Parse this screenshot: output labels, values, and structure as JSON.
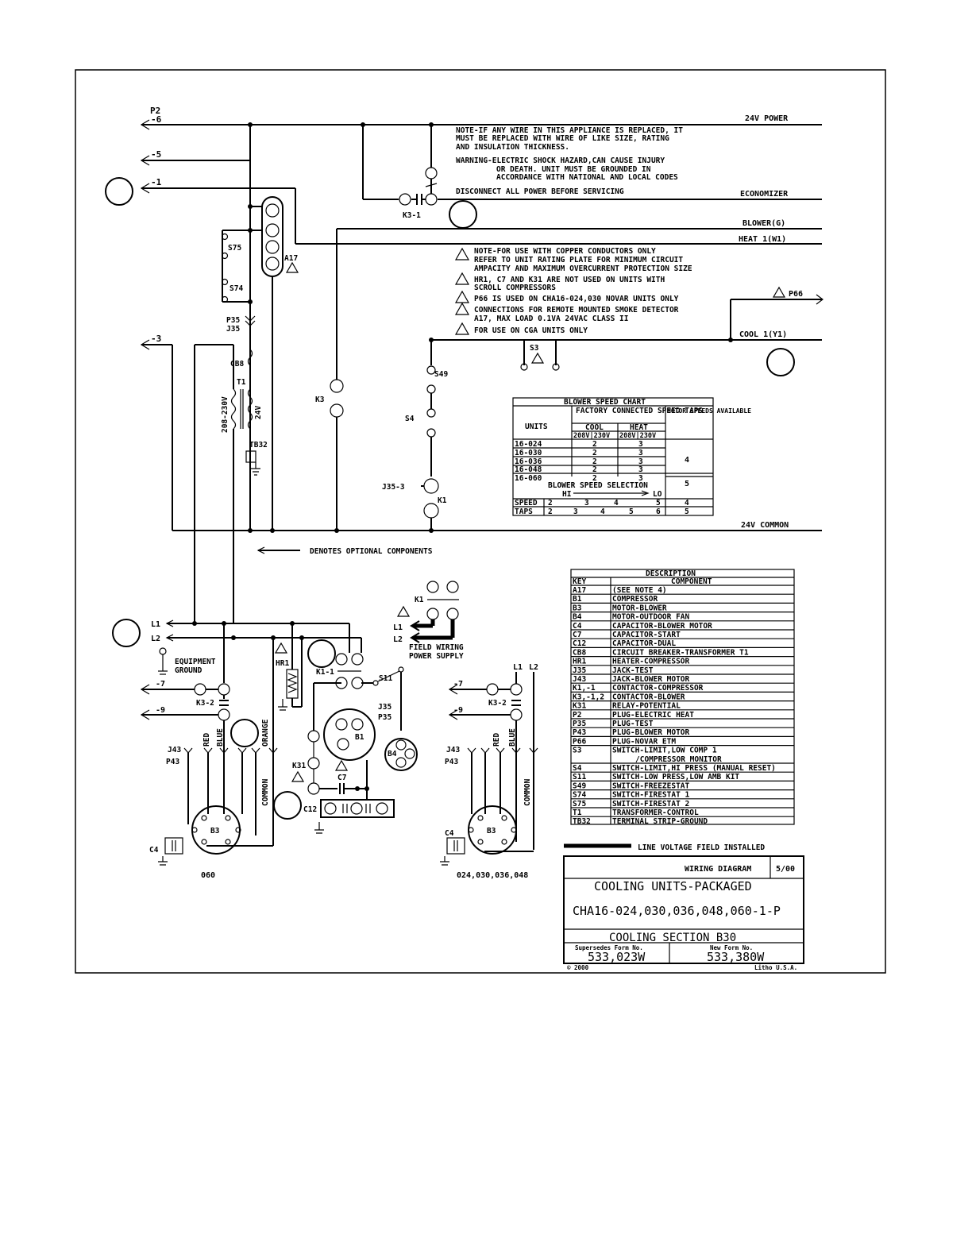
{
  "wires": {
    "p2_label": "P2",
    "w6": "-6",
    "w5": "-5",
    "w1": "-1",
    "w3": "-3",
    "power24": "24V POWER",
    "economizer": "ECONOMIZER",
    "blower": "BLOWER(G)",
    "heat": "HEAT 1(W1)",
    "cool": "COOL 1(Y1)",
    "common24": "24V COMMON",
    "p66": "P66"
  },
  "notes": {
    "replace": [
      "NOTE-IF ANY WIRE IN THIS APPLIANCE IS REPLACED, IT",
      "MUST BE REPLACED WITH WIRE OF LIKE SIZE, RATING",
      "AND INSULATION THICKNESS."
    ],
    "warning": [
      "WARNING-ELECTRIC SHOCK HAZARD,CAN CAUSE INJURY",
      "OR DEATH. UNIT MUST BE GROUNDED IN",
      "ACCORDANCE WITH NATIONAL AND LOCAL CODES"
    ],
    "disconnect": "DISCONNECT ALL POWER BEFORE SERVICING",
    "n1": [
      "NOTE-FOR USE WITH COPPER CONDUCTORS ONLY",
      "REFER TO UNIT RATING PLATE FOR MINIMUM CIRCUIT",
      "AMPACITY AND MAXIMUM OVERCURRENT PROTECTION SIZE"
    ],
    "n2": [
      "HR1, C7 AND K31 ARE NOT USED ON UNITS WITH",
      "SCROLL COMPRESSORS"
    ],
    "n3": "P66 IS USED ON CHA16-024,030 NOVAR UNITS ONLY",
    "n4": [
      "CONNECTIONS FOR REMOTE MOUNTED SMOKE DETECTOR",
      "A17, MAX LOAD 0.1VA 24VAC CLASS II"
    ],
    "n5": "FOR USE ON CGA UNITS ONLY",
    "optional": "DENOTES OPTIONAL COMPONENTS",
    "line_voltage": "LINE VOLTAGE FIELD INSTALLED",
    "field_wiring": [
      "FIELD WIRING",
      "POWER SUPPLY"
    ],
    "ground": [
      "EQUIPMENT",
      "GROUND"
    ]
  },
  "components": {
    "s75": "S75",
    "s74": "S74",
    "p35": "P35",
    "j35": "J35",
    "cb8": "CB8",
    "t1": "T1",
    "v208": "208-230V",
    "v24": "24V",
    "tb32": "TB32",
    "a17": "A17",
    "k3": "K3",
    "k3_1": "K3-1",
    "s3": "S3",
    "s49": "S49",
    "s4": "S4",
    "j35_3": "J35-3",
    "k1": "K1",
    "l1": "L1",
    "l2": "L2",
    "hr1": "HR1",
    "k1_1": "K1-1",
    "s11": "S11",
    "b1": "B1",
    "b4": "B4",
    "j35b": "J35",
    "p35b": "P35",
    "k31": "K31",
    "c7": "C7",
    "c12": "C12",
    "w7": "-7",
    "w9": "-9",
    "k3_2": "K3-2",
    "j43": "J43",
    "p43": "P43",
    "red": "RED",
    "blue": "BLUE",
    "orange": "ORANGE",
    "common": "COMMON",
    "b3": "B3",
    "c4": "C4",
    "model060": "060",
    "model_small": "024,030,036,048"
  },
  "blower_chart": {
    "title": "BLOWER SPEED CHART",
    "h_units": "UNITS",
    "h_factory": "FACTORY CONNECTED SPEED TAPS",
    "h_cool": "COOL",
    "h_heat": "HEAT",
    "h_cool_v": "208V|230V",
    "h_heat_v": "208V|230V",
    "h_motor": "MOTOR SPEEDS AVAILABLE",
    "rows": [
      {
        "unit": "16-024",
        "cool": "2",
        "heat": "3"
      },
      {
        "unit": "16-030",
        "cool": "2",
        "heat": "3"
      },
      {
        "unit": "16-036",
        "cool": "2",
        "heat": "3"
      },
      {
        "unit": "16-048",
        "cool": "2",
        "heat": "3"
      },
      {
        "unit": "16-060",
        "cool": "2",
        "heat": "3"
      }
    ],
    "speeds_a": "4",
    "speeds_b": "5",
    "selection": "BLOWER SPEED SELECTION",
    "hi": "HI",
    "lo": "LO",
    "speed_label": "SPEED",
    "taps_label": "TAPS",
    "speed_a": [
      "2",
      "3",
      "4",
      "5"
    ],
    "speed_a_avail": "4",
    "taps_a": [
      "2",
      "3",
      "4",
      "5",
      "6"
    ],
    "taps_a_avail": "5"
  },
  "legend": {
    "title": "DESCRIPTION",
    "h_key": "KEY",
    "h_component": "COMPONENT",
    "rows": [
      {
        "key": "A17",
        "desc": "(SEE NOTE 4)"
      },
      {
        "key": "B1",
        "desc": "COMPRESSOR"
      },
      {
        "key": "B3",
        "desc": "MOTOR-BLOWER"
      },
      {
        "key": "B4",
        "desc": "MOTOR-OUTDOOR FAN"
      },
      {
        "key": "C4",
        "desc": "CAPACITOR-BLOWER MOTOR"
      },
      {
        "key": "C7",
        "desc": "CAPACITOR-START"
      },
      {
        "key": "C12",
        "desc": "CAPACITOR-DUAL"
      },
      {
        "key": "CB8",
        "desc": "CIRCUIT BREAKER-TRANSFORMER T1"
      },
      {
        "key": "HR1",
        "desc": "HEATER-COMPRESSOR"
      },
      {
        "key": "J35",
        "desc": "JACK-TEST"
      },
      {
        "key": "J43",
        "desc": "JACK-BLOWER MOTOR"
      },
      {
        "key": "K1,-1",
        "desc": "CONTACTOR-COMPRESSOR"
      },
      {
        "key": "K3,-1,2",
        "desc": "CONTACTOR-BLOWER"
      },
      {
        "key": "K31",
        "desc": "RELAY-POTENTIAL"
      },
      {
        "key": "P2",
        "desc": "PLUG-ELECTRIC HEAT"
      },
      {
        "key": "P35",
        "desc": "PLUG-TEST"
      },
      {
        "key": "P43",
        "desc": "PLUG-BLOWER MOTOR"
      },
      {
        "key": "P66",
        "desc": "PLUG-NOVAR ETM"
      },
      {
        "key": "S3",
        "desc": "SWITCH-LIMIT,LOW COMP 1",
        "desc2": "/COMPRESSOR MONITOR"
      },
      {
        "key": "S4",
        "desc": "SWITCH-LIMIT,HI PRESS (MANUAL RESET)"
      },
      {
        "key": "S11",
        "desc": "SWITCH-LOW PRESS,LOW AMB KIT"
      },
      {
        "key": "S49",
        "desc": "SWITCH-FREEZESTAT"
      },
      {
        "key": "S74",
        "desc": "SWITCH-FIRESTAT 1"
      },
      {
        "key": "S75",
        "desc": "SWITCH-FIRESTAT 2"
      },
      {
        "key": "T1",
        "desc": "TRANSFORMER-CONTROL"
      },
      {
        "key": "TB32",
        "desc": "TERMINAL STRIP-GROUND"
      }
    ]
  },
  "title_block": {
    "type": "WIRING DIAGRAM",
    "date": "5/00",
    "line1": "COOLING UNITS-PACKAGED",
    "models": "CHA16-024,030,036,048,060-1-P",
    "section": "COOLING SECTION B30",
    "supersedes_label": "Supersedes Form No.",
    "supersedes": "533,023W",
    "new_label": "New Form No.",
    "new_form": "533,380W",
    "copyright": "© 2000",
    "litho": "Litho U.S.A."
  }
}
